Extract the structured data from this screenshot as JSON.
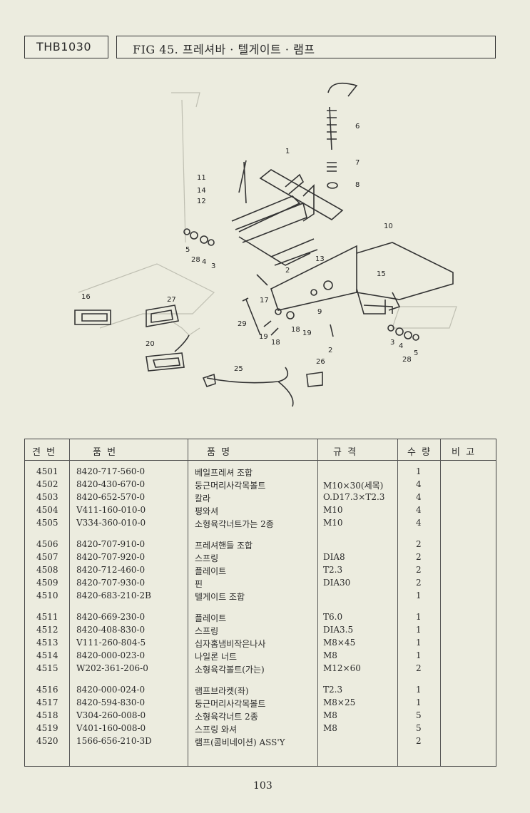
{
  "header": {
    "code": "THB1030",
    "title": "FIG 45. 프레셔바 · 텔게이트 · 램프"
  },
  "diagram": {
    "callouts": [
      "1",
      "2",
      "2",
      "3",
      "3",
      "4",
      "4",
      "5",
      "5",
      "6",
      "7",
      "8",
      "9",
      "10",
      "11",
      "12",
      "13",
      "14",
      "15",
      "16",
      "17",
      "18",
      "18",
      "19",
      "19",
      "20",
      "25",
      "26",
      "27",
      "28",
      "28",
      "29"
    ]
  },
  "table": {
    "headers": {
      "no": "견 번",
      "part_no": "품 번",
      "name": "품 명",
      "spec": "규 격",
      "qty": "수 량",
      "remark": "비 고"
    },
    "rows": [
      {
        "no": "4501",
        "part": "8420-717-560-0",
        "name": "베일프레셔 조합",
        "spec": "",
        "qty": "1"
      },
      {
        "no": "4502",
        "part": "8420-430-670-0",
        "name": "둥근머리사각목볼트",
        "spec": "M10×30(세목)",
        "qty": "4"
      },
      {
        "no": "4503",
        "part": "8420-652-570-0",
        "name": "칼라",
        "spec": "O.D17.3×T2.3",
        "qty": "4"
      },
      {
        "no": "4504",
        "part": "V411-160-010-0",
        "name": "평와셔",
        "spec": "M10",
        "qty": "4"
      },
      {
        "no": "4505",
        "part": "V334-360-010-0",
        "name": "소형육각너트가는 2종",
        "spec": "M10",
        "qty": "4"
      },
      {
        "no": "4506",
        "part": "8420-707-910-0",
        "name": "프레셔핸들 조합",
        "spec": "",
        "qty": "2"
      },
      {
        "no": "4507",
        "part": "8420-707-920-0",
        "name": "스프링",
        "spec": "DIA8",
        "qty": "2"
      },
      {
        "no": "4508",
        "part": "8420-712-460-0",
        "name": "플레이트",
        "spec": "T2.3",
        "qty": "2"
      },
      {
        "no": "4509",
        "part": "8420-707-930-0",
        "name": "핀",
        "spec": "DIA30",
        "qty": "2"
      },
      {
        "no": "4510",
        "part": "8420-683-210-2B",
        "name": "텔게이트 조합",
        "spec": "",
        "qty": "1"
      },
      {
        "no": "4511",
        "part": "8420-669-230-0",
        "name": "플레이트",
        "spec": "T6.0",
        "qty": "1"
      },
      {
        "no": "4512",
        "part": "8420-408-830-0",
        "name": "스프링",
        "spec": "DIA3.5",
        "qty": "1"
      },
      {
        "no": "4513",
        "part": "V111-260-804-5",
        "name": "십자홈냄비작은나사",
        "spec": "M8×45",
        "qty": "1"
      },
      {
        "no": "4514",
        "part": "8420-000-023-0",
        "name": "나일론 너트",
        "spec": "M8",
        "qty": "1"
      },
      {
        "no": "4515",
        "part": "W202-361-206-0",
        "name": "소형육각볼트(가는)",
        "spec": "M12×60",
        "qty": "2"
      },
      {
        "no": "4516",
        "part": "8420-000-024-0",
        "name": "램프브라켓(좌)",
        "spec": "T2.3",
        "qty": "1"
      },
      {
        "no": "4517",
        "part": "8420-594-830-0",
        "name": "둥근머리사각목볼트",
        "spec": "M8×25",
        "qty": "1"
      },
      {
        "no": "4518",
        "part": "V304-260-008-0",
        "name": "소형육각너트 2종",
        "spec": "M8",
        "qty": "5"
      },
      {
        "no": "4519",
        "part": "V401-160-008-0",
        "name": "스프링 와셔",
        "spec": "M8",
        "qty": "5"
      },
      {
        "no": "4520",
        "part": "1566-656-210-3D",
        "name": "램프(콤비네이션) ASS'Y",
        "spec": "",
        "qty": "2"
      }
    ]
  },
  "footer": {
    "page": "103"
  }
}
